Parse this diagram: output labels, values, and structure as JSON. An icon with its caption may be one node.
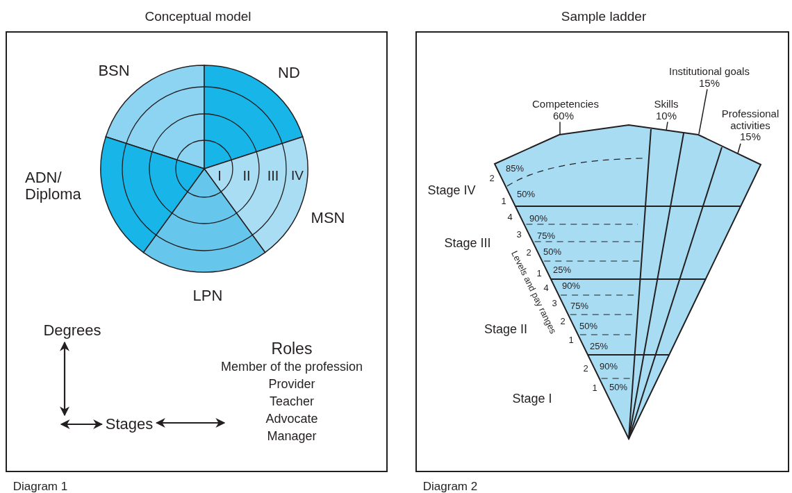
{
  "diagram": {
    "nodes": [
      {
        "text": [
          "Conceptual model"
        ],
        "beside": [
          "Diagram 1"
        ]
      },
      {
        "text": [
          "BSN"
        ],
        "in": 0
      },
      {
        "text": [
          "ND"
        ],
        "in": 0
      },
      {
        "text": [
          "MSN"
        ],
        "in": 0
      },
      {
        "text": [
          "LPN"
        ],
        "in": 0
      },
      {
        "text": [
          "ADN/ Diploma"
        ],
        "in": 0
      },
      {
        "text": [
          "Degrees"
        ],
        "in": 0
      },
      {
        "text": [
          "Stages"
        ],
        "in": 0
      },
      {
        "text": [
          "Roles",
          "Member of the profession",
          "Provider",
          "Teacher",
          "Advocate",
          "Manager"
        ],
        "in": 0
      },
      {
        "text": [
          "Sample ladder"
        ],
        "beside": [
          "Diagram 2"
        ]
      },
      {
        "text": [
          "Competencies 60%"
        ],
        "in": 9
      },
      {
        "text": [
          "Skills 10%"
        ],
        "in": 9
      },
      {
        "text": [
          "Institutional goals 15%"
        ],
        "in": 9
      },
      {
        "text": [
          "Professional activities 15%"
        ],
        "in": 9
      }
    ],
    "edges": [
      {
        "from": 6,
        "to": null,
        "arrow": "both"
      },
      {
        "from": null,
        "to": 7,
        "arrow": "both"
      },
      {
        "from": 7,
        "to": 8,
        "arrow": "both"
      },
      {
        "from": 10,
        "to": null,
        "arrow": "none"
      },
      {
        "from": 11,
        "to": null,
        "arrow": "none"
      },
      {
        "from": 12,
        "to": null,
        "arrow": "none"
      },
      {
        "from": 13,
        "to": null,
        "arrow": "none"
      }
    ],
    "labels": [
      "I",
      "II",
      "III",
      "IV",
      "Stage IV",
      "2",
      "85%",
      "1",
      "50%",
      "Stage III",
      "4",
      "90%",
      "3",
      "75%",
      "2",
      "50%",
      "1",
      "25%",
      "Levels and pay ranges",
      "Stage II",
      "4",
      "90%",
      "3",
      "75%",
      "2",
      "50%",
      "1",
      "25%",
      "Stage I",
      "2",
      "90%",
      "1",
      "50%"
    ]
  }
}
